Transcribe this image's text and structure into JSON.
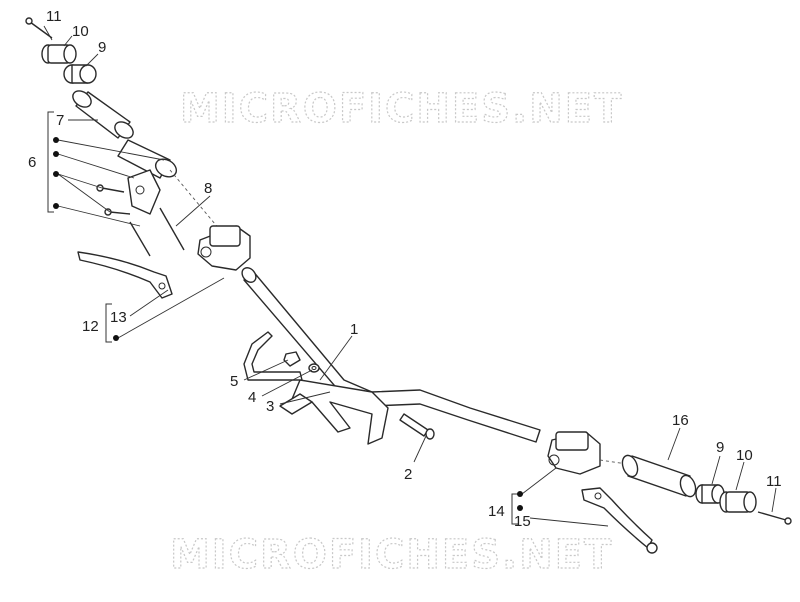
{
  "watermark": "MICROFICHES.NET",
  "callouts": {
    "c1": "1",
    "c2": "2",
    "c3": "3",
    "c4": "4",
    "c5": "5",
    "c6": "6",
    "c7": "7",
    "c8": "8",
    "c9_left": "9",
    "c9_right": "9",
    "c10_left": "10",
    "c10_right": "10",
    "c11_left": "11",
    "c11_right": "11",
    "c12": "12",
    "c13": "13",
    "c14": "14",
    "c15": "15",
    "c16": "16"
  },
  "colors": {
    "line": "#2a2a2a",
    "watermark": "#c8c8c8",
    "background": "#ffffff"
  }
}
